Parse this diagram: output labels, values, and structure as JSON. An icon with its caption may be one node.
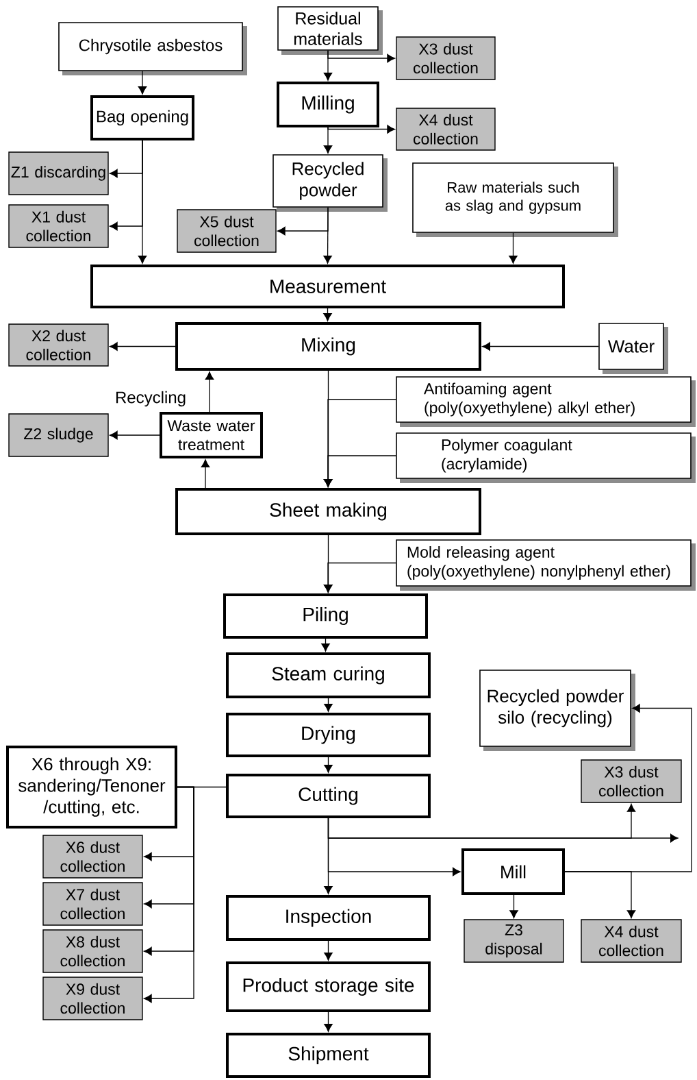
{
  "diagram": {
    "nodes": [
      {
        "text": [
          "Chrysotile asbestos"
        ]
      },
      {
        "text": [
          "Residual materials"
        ]
      },
      {
        "text": [
          "X3 dust collection"
        ]
      },
      {
        "text": [
          "Bag opening"
        ]
      },
      {
        "text": [
          "Milling"
        ]
      },
      {
        "text": [
          "X4 dust collection"
        ]
      },
      {
        "text": [
          "Z1 discarding"
        ]
      },
      {
        "text": [
          "Recycled powder"
        ]
      },
      {
        "text": [
          "Raw materials such as slag and gypsum"
        ]
      },
      {
        "text": [
          "X1 dust collection"
        ]
      },
      {
        "text": [
          "X5 dust collection"
        ]
      },
      {
        "text": [
          "Measurement"
        ]
      },
      {
        "text": [
          "X2 dust collection"
        ]
      },
      {
        "text": [
          "Mixing"
        ]
      },
      {
        "text": [
          "Water"
        ]
      },
      {
        "text": [
          "Antifoaming agent (poly(oxyethylene) alkyl ether)"
        ]
      },
      {
        "text": [
          "Z2 sludge"
        ]
      },
      {
        "text": [
          "Waste water treatment"
        ]
      },
      {
        "text": [
          "Polymer coagulant (acrylamide)"
        ]
      },
      {
        "text": [
          "Sheet making"
        ]
      },
      {
        "text": [
          "Mold releasing agent (poly(oxyethylene) nonylphenyl ether)"
        ]
      },
      {
        "text": [
          "Piling"
        ]
      },
      {
        "text": [
          "Steam curing"
        ]
      },
      {
        "text": [
          "Recycled powder silo (recycling)"
        ]
      },
      {
        "text": [
          "Drying"
        ]
      },
      {
        "text": [
          "X6 through X9: sandering/Tenoner /cutting, etc."
        ]
      },
      {
        "text": [
          "Cutting"
        ]
      },
      {
        "text": [
          "X3 dust collection"
        ]
      },
      {
        "text": [
          "X6 dust collection"
        ]
      },
      {
        "text": [
          "Mill"
        ]
      },
      {
        "text": [
          "X7 dust collection"
        ]
      },
      {
        "text": [
          "Inspection"
        ]
      },
      {
        "text": [
          "Z3 disposal"
        ]
      },
      {
        "text": [
          "X4 dust collection"
        ]
      },
      {
        "text": [
          "X8 dust collection"
        ]
      },
      {
        "text": [
          "Product storage site"
        ]
      },
      {
        "text": [
          "X9 dust collection"
        ]
      },
      {
        "text": [
          "Shipment"
        ]
      }
    ],
    "edges": [
      {
        "from": 0,
        "to": 3,
        "arrow": "to"
      },
      {
        "from": 1,
        "to": 4,
        "arrow": "to"
      },
      {
        "from": 1,
        "to": 2,
        "arrow": "to"
      },
      {
        "from": 4,
        "to": 7,
        "arrow": "to"
      },
      {
        "from": 4,
        "to": 5,
        "arrow": "to"
      },
      {
        "from": 3,
        "to": 6,
        "arrow": "to"
      },
      {
        "from": 3,
        "to": 9,
        "arrow": "to"
      },
      {
        "from": 3,
        "to": 11,
        "arrow": "to"
      },
      {
        "from": 7,
        "to": 10,
        "arrow": "to"
      },
      {
        "from": 7,
        "to": 11,
        "arrow": "to"
      },
      {
        "from": 8,
        "to": 11,
        "arrow": "to"
      },
      {
        "from": 11,
        "to": 13,
        "arrow": "to"
      },
      {
        "from": 13,
        "to": 12,
        "arrow": "to"
      },
      {
        "from": 14,
        "to": 13,
        "arrow": "to"
      },
      {
        "from": 13,
        "to": 19,
        "arrow": "to"
      },
      {
        "from": 15,
        "to": 19,
        "arrow": "to"
      },
      {
        "from": 18,
        "to": 19,
        "arrow": "to"
      },
      {
        "from": 17,
        "to": 13,
        "arrow": "to",
        "label": "Recycling"
      },
      {
        "from": 19,
        "to": 17,
        "arrow": "to"
      },
      {
        "from": 17,
        "to": 16,
        "arrow": "to"
      },
      {
        "from": 19,
        "to": 21,
        "arrow": "to"
      },
      {
        "from": 20,
        "to": 21,
        "arrow": "to"
      },
      {
        "from": 21,
        "to": 22,
        "arrow": "to"
      },
      {
        "from": 22,
        "to": 24,
        "arrow": "to"
      },
      {
        "from": 24,
        "to": 26,
        "arrow": "to"
      },
      {
        "from": 25,
        "to": 26,
        "arrow": "none"
      },
      {
        "from": 25,
        "to": 28,
        "arrow": "to"
      },
      {
        "from": 25,
        "to": 30,
        "arrow": "to"
      },
      {
        "from": 25,
        "to": 34,
        "arrow": "to"
      },
      {
        "from": 25,
        "to": 36,
        "arrow": "to"
      },
      {
        "from": 26,
        "to": 31,
        "arrow": "to"
      },
      {
        "from": 26,
        "to": 29,
        "arrow": "to"
      },
      {
        "from": 26,
        "to": 27,
        "arrow": "to"
      },
      {
        "from": 26,
        "to": null,
        "arrow": "to"
      },
      {
        "from": 29,
        "to": 32,
        "arrow": "to"
      },
      {
        "from": 29,
        "to": 33,
        "arrow": "to"
      },
      {
        "from": 29,
        "to": 23,
        "arrow": "to"
      },
      {
        "from": 31,
        "to": 35,
        "arrow": "to"
      },
      {
        "from": 35,
        "to": 37,
        "arrow": "to"
      }
    ]
  }
}
